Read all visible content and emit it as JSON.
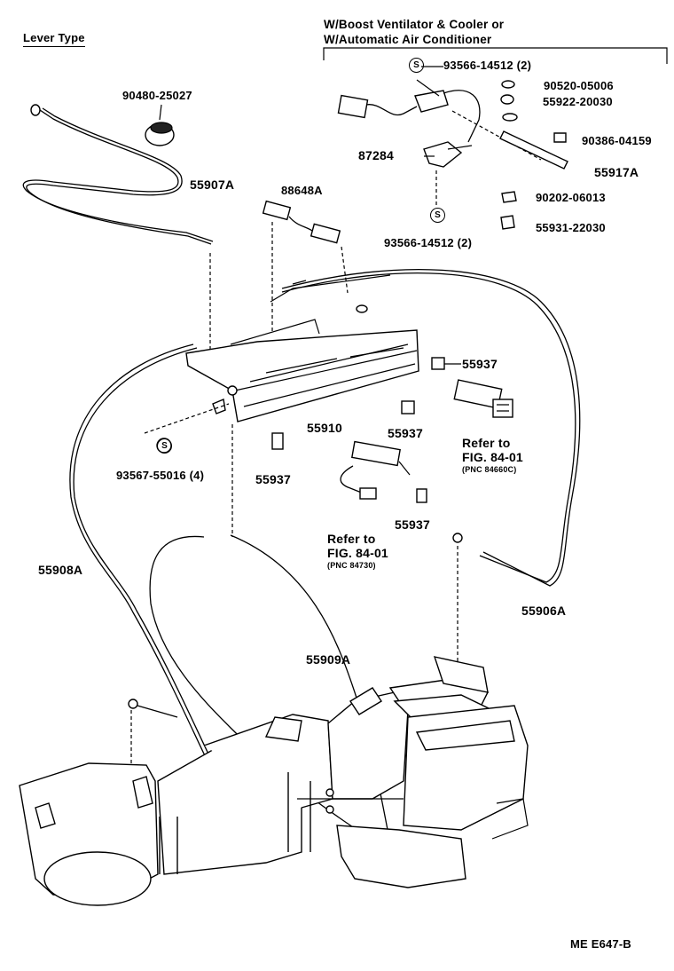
{
  "header": {
    "lever_type": "Lever Type",
    "variant_line1": "W/Boost Ventilator & Cooler or",
    "variant_line2": "W/Automatic Air Conditioner"
  },
  "parts": {
    "p90480": "90480-25027",
    "p55907A": "55907A",
    "p88648A": "88648A",
    "p93566_top": "93566-14512 (2)",
    "p90520": "90520-05006",
    "p55922": "55922-20030",
    "p87284": "87284",
    "p90386": "90386-04159",
    "p55917A": "55917A",
    "p90202": "90202-06013",
    "p93566_bot": "93566-14512 (2)",
    "p55931": "55931-22030",
    "p55937_a": "55937",
    "p55910": "55910",
    "p55937_b": "55937",
    "p93567": "93567-55016 (4)",
    "p55937_c": "55937",
    "p55937_d": "55937",
    "p55908A": "55908A",
    "p55906A": "55906A",
    "p55909A": "55909A"
  },
  "refs": {
    "ref1_line1": "Refer to",
    "ref1_line2": "FIG. 84-01",
    "ref1_pnc": "(PNC 84660C)",
    "ref2_line1": "Refer to",
    "ref2_line2": "FIG. 84-01",
    "ref2_pnc": "(PNC 84730)"
  },
  "symbols": {
    "s_mark": "S"
  },
  "footer": {
    "code": "ME E647-B"
  }
}
